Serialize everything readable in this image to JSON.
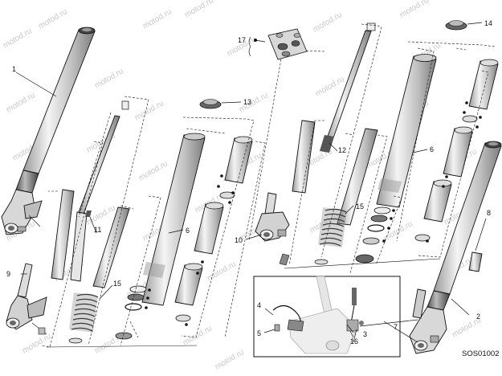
{
  "diagram": {
    "watermark": "motod.ru",
    "code": "SOS01002",
    "callouts": {
      "c1": "1",
      "c2": "2",
      "c3": "3",
      "c4": "4",
      "c5": "5",
      "c6a": "6",
      "c6b": "6",
      "c7": "7",
      "c8": "8",
      "c9": "9",
      "c10": "10",
      "c11": "11",
      "c12": "12",
      "c13": "13",
      "c14": "14",
      "c15a": "15",
      "c15b": "15",
      "c16": "16",
      "c17": "17"
    }
  }
}
